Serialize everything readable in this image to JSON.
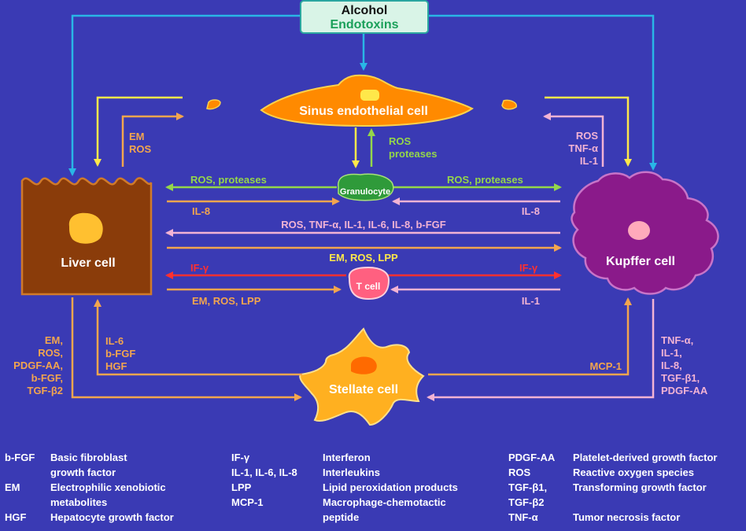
{
  "source": {
    "line1": "Alcohol",
    "line2": "Endotoxins"
  },
  "cells": {
    "sinus": "Sinus endothelial cell",
    "granulocyte": "Granulocyte",
    "liver": "Liver cell",
    "kupffer": "Kupffer cell",
    "tcell": "T cell",
    "stellate": "Stellate cell"
  },
  "labels": {
    "liver_to_sinus": [
      "EM",
      "ROS"
    ],
    "granulocyte_to_sinus": [
      "ROS",
      "proteases"
    ],
    "kupffer_to_sinus": [
      "ROS",
      "TNF-α",
      "IL-1"
    ],
    "gran_to_liver": "ROS, proteases",
    "gran_to_kupffer": "ROS, proteases",
    "il8_left": "IL-8",
    "il8_right": "IL-8",
    "kupffer_to_liver": "ROS, TNF-α, IL-1, IL-6, IL-8, b-FGF",
    "liver_to_kupffer": "EM, ROS, LPP",
    "ifg_left": "IF-γ",
    "ifg_right": "IF-γ",
    "liver_to_tcell": "EM, ROS, LPP",
    "kupffer_to_tcell": "IL-1",
    "liver_to_stellate": [
      "EM,",
      "ROS,",
      "PDGF-AA,",
      "b-FGF,",
      "TGF-β2"
    ],
    "stellate_to_liver": [
      "IL-6",
      "b-FGF",
      "HGF"
    ],
    "stellate_to_kupffer": "MCP-1",
    "kupffer_to_stellate": [
      "TNF-α,",
      "IL-1,",
      "IL-8,",
      "TGF-β1,",
      "PDGF-AA"
    ]
  },
  "legend": [
    {
      "abbr": [
        "b-FGF",
        ""
      ],
      "def": [
        "Basic fibroblast",
        "growth factor"
      ]
    },
    {
      "abbr": [
        "EM",
        ""
      ],
      "def": [
        "Electrophilic xenobiotic",
        "metabolites"
      ]
    },
    {
      "abbr": [
        "HGF"
      ],
      "def": [
        "Hepatocyte growth factor"
      ]
    },
    {
      "abbr": [
        "IF-γ"
      ],
      "def": [
        "Interferon"
      ]
    },
    {
      "abbr": [
        "IL-1, IL-6, IL-8"
      ],
      "def": [
        "Interleukins"
      ]
    },
    {
      "abbr": [
        "LPP"
      ],
      "def": [
        "Lipid peroxidation products"
      ]
    },
    {
      "abbr": [
        "MCP-1",
        ""
      ],
      "def": [
        "Macrophage-chemotactic",
        "peptide"
      ]
    },
    {
      "abbr": [
        "PDGF-AA"
      ],
      "def": [
        "Platelet-derived growth factor"
      ]
    },
    {
      "abbr": [
        "ROS"
      ],
      "def": [
        "Reactive oxygen species"
      ]
    },
    {
      "abbr": [
        "TGF-β1,",
        "TGF-β2"
      ],
      "def": [
        "Transforming growth factor",
        ""
      ]
    },
    {
      "abbr": [
        "TNF-α"
      ],
      "def": [
        "Tumor necrosis factor"
      ]
    }
  ],
  "colors": {
    "background": "#3a3ab4",
    "source_box": "#d9f4e7",
    "sinus_cell": "#ff8a00",
    "liver_cell": "#8a3c0a",
    "kupffer_cell": "#8a1a8a",
    "stellate_cell": "#ffb020",
    "tcell": "#ff6080",
    "granulocyte": "#2f9a3a",
    "blue_arrow": "#29b6e6",
    "yellow_arrow": "#ffe84a",
    "orange_arrow": "#f3a54e",
    "pink_arrow": "#f2b3d4",
    "green_arrow": "#94d64a",
    "red_arrow": "#ff3030"
  }
}
